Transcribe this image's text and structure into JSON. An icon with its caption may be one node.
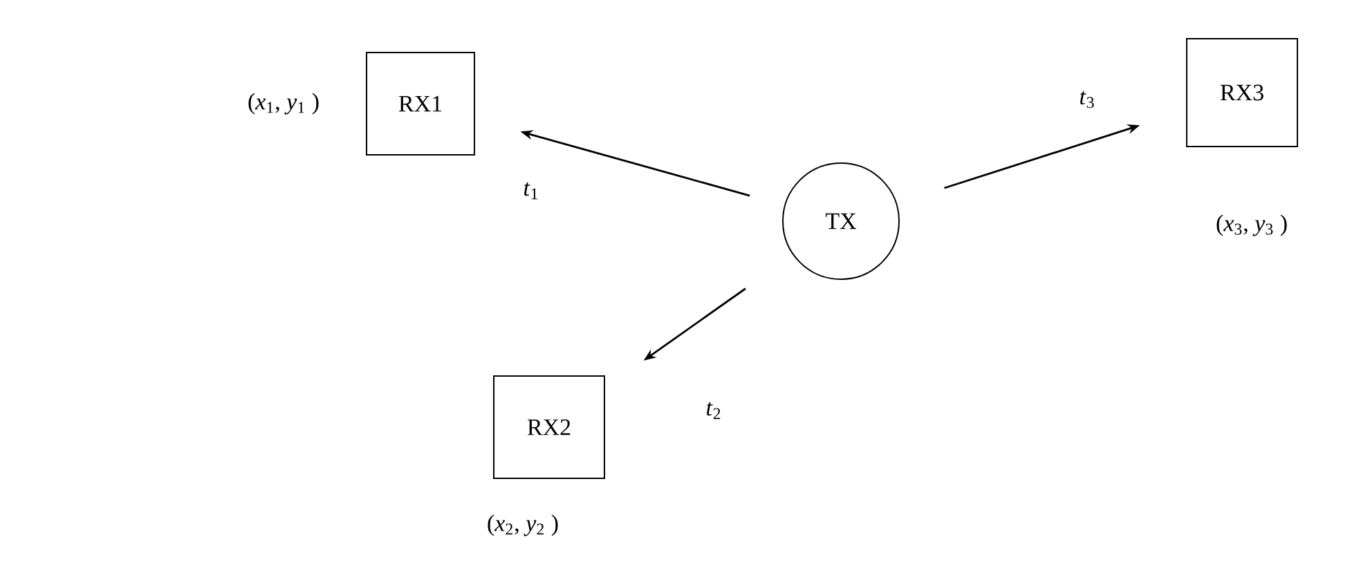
{
  "diagram": {
    "nodes": [
      {
        "text": [
          "RX1"
        ],
        "beside": [
          "(*x*$_{1}$, *y*$_{1}$ )"
        ]
      },
      {
        "text": [
          "RX3"
        ],
        "beside": [
          "(*x*$_{3}$, *y*$_{3}$ )"
        ]
      },
      {
        "text": [
          "TX"
        ]
      },
      {
        "text": [
          "RX2"
        ],
        "beside": [
          "(*x*$_{2}$, *y*$_{2}$ )"
        ]
      }
    ],
    "edges": [
      {
        "from": 2,
        "to": 0,
        "arrow": "to",
        "label": "*t*$_{1}$"
      },
      {
        "from": 2,
        "to": 1,
        "arrow": "to",
        "label": "*t*$_{3}$"
      },
      {
        "from": 2,
        "to": 3,
        "arrow": "to",
        "label": "*t*$_{2}$"
      }
    ]
  }
}
